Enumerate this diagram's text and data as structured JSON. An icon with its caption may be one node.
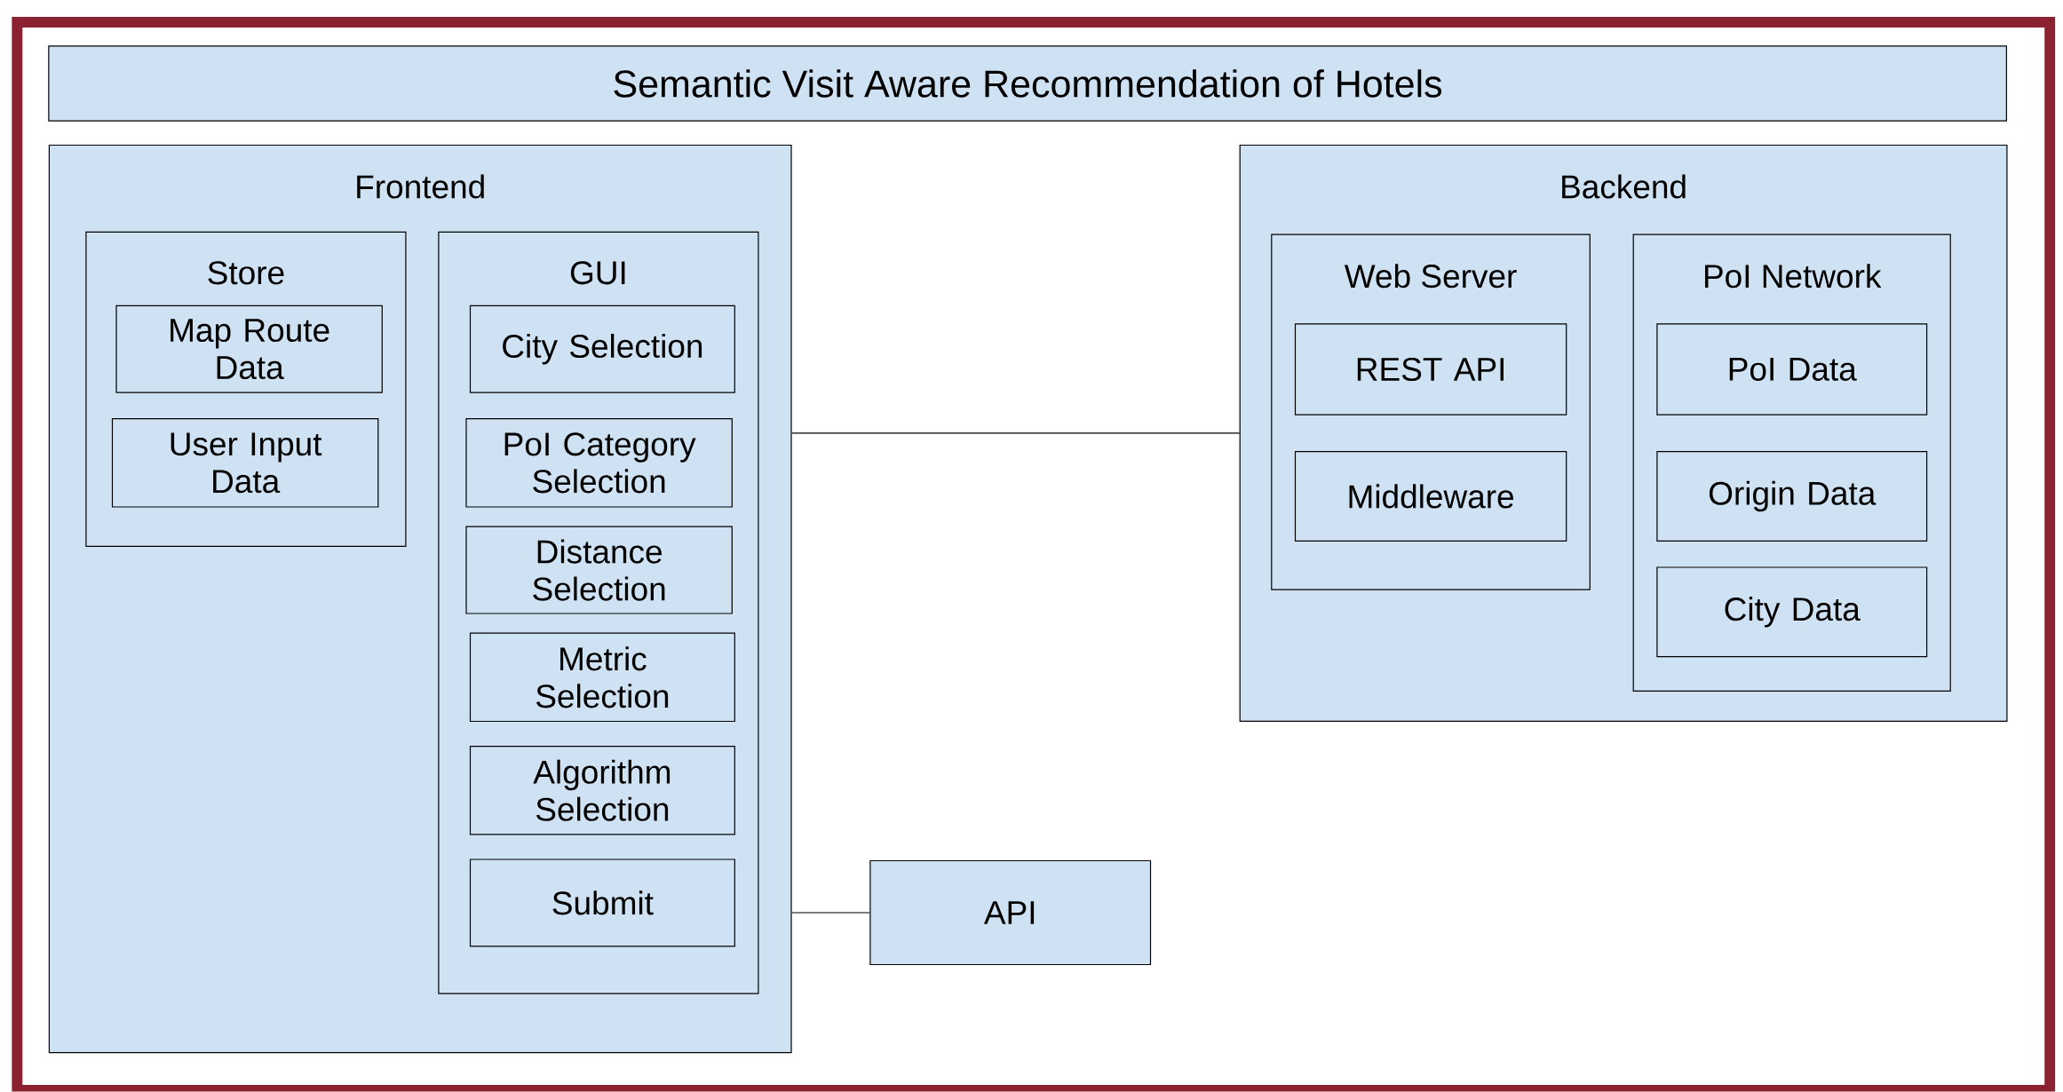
{
  "diagram": {
    "title": "Semantic Visit Aware Recommendation of Hotels",
    "nodes": [
      {
        "text": [
          "Frontend"
        ]
      },
      {
        "text": [
          "Store"
        ],
        "in": 0
      },
      {
        "text": [
          "Map Route Data"
        ],
        "in": 1
      },
      {
        "text": [
          "User Input Data"
        ],
        "in": 1
      },
      {
        "text": [
          "GUI"
        ],
        "in": 0
      },
      {
        "text": [
          "City Selection"
        ],
        "in": 4
      },
      {
        "text": [
          "PoI Category Selection"
        ],
        "in": 4
      },
      {
        "text": [
          "Distance Selection"
        ],
        "in": 4
      },
      {
        "text": [
          "Metric Selection"
        ],
        "in": 4
      },
      {
        "text": [
          "Algorithm Selection"
        ],
        "in": 4
      },
      {
        "text": [
          "Submit"
        ],
        "in": 4
      },
      {
        "text": [
          "API"
        ]
      },
      {
        "text": [
          "Backend"
        ]
      },
      {
        "text": [
          "Web Server"
        ],
        "in": 12
      },
      {
        "text": [
          "REST API"
        ],
        "in": 13
      },
      {
        "text": [
          "Middleware"
        ],
        "in": 13
      },
      {
        "text": [
          "PoI Network"
        ],
        "in": 12
      },
      {
        "text": [
          "PoI Data"
        ],
        "in": 16
      },
      {
        "text": [
          "Origin Data"
        ],
        "in": 16
      },
      {
        "text": [
          "City Data"
        ],
        "in": 16
      }
    ],
    "edges": [
      {
        "from": 0,
        "to": 12,
        "arrow": "none"
      },
      {
        "from": 0,
        "to": 11,
        "arrow": "none"
      }
    ]
  }
}
